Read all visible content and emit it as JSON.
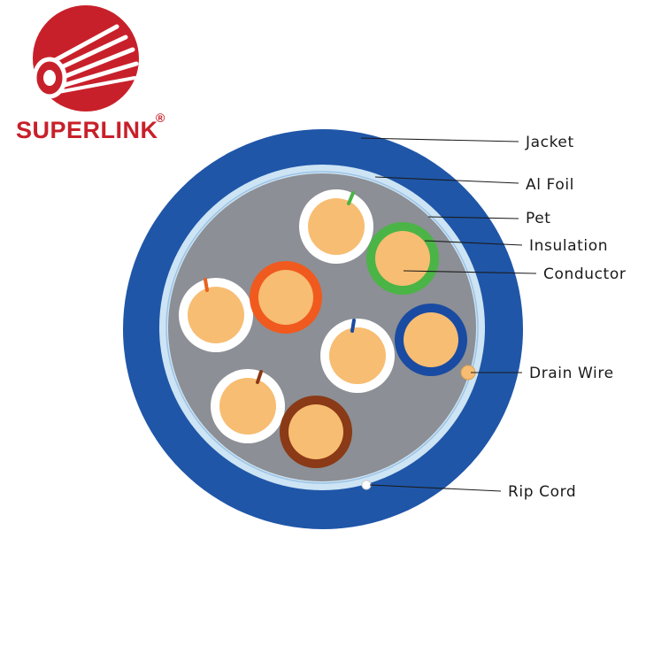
{
  "brand": {
    "name": "SUPERLINK",
    "registered_mark": "®",
    "logo_icon": "cable-bundle-logo-icon",
    "color": "#c8202a"
  },
  "labels": {
    "jacket": "Jacket",
    "al_foil": "Al Foil",
    "pet": "Pet",
    "insulation": "Insulation",
    "conductor": "Conductor",
    "drain_wire": "Drain Wire",
    "rip_cord": "Rip Cord"
  },
  "colors": {
    "jacket": "#1f56a8",
    "foil_ring": "#cde4f4",
    "pet_layer": "#8c8f95",
    "copper": "#f7bd72",
    "white_insulation": "#ffffff",
    "orange_insulation": "#f05a1e",
    "green_insulation": "#4bb446",
    "blue_insulation": "#1a4ba2",
    "brown_insulation": "#8a3a16",
    "stripe_orange": "#e8631f",
    "stripe_green": "#4bb446",
    "stripe_blue": "#1a4ba2",
    "stripe_brown": "#8a3a16"
  },
  "wire_pairs": [
    "green",
    "orange",
    "blue",
    "brown"
  ]
}
